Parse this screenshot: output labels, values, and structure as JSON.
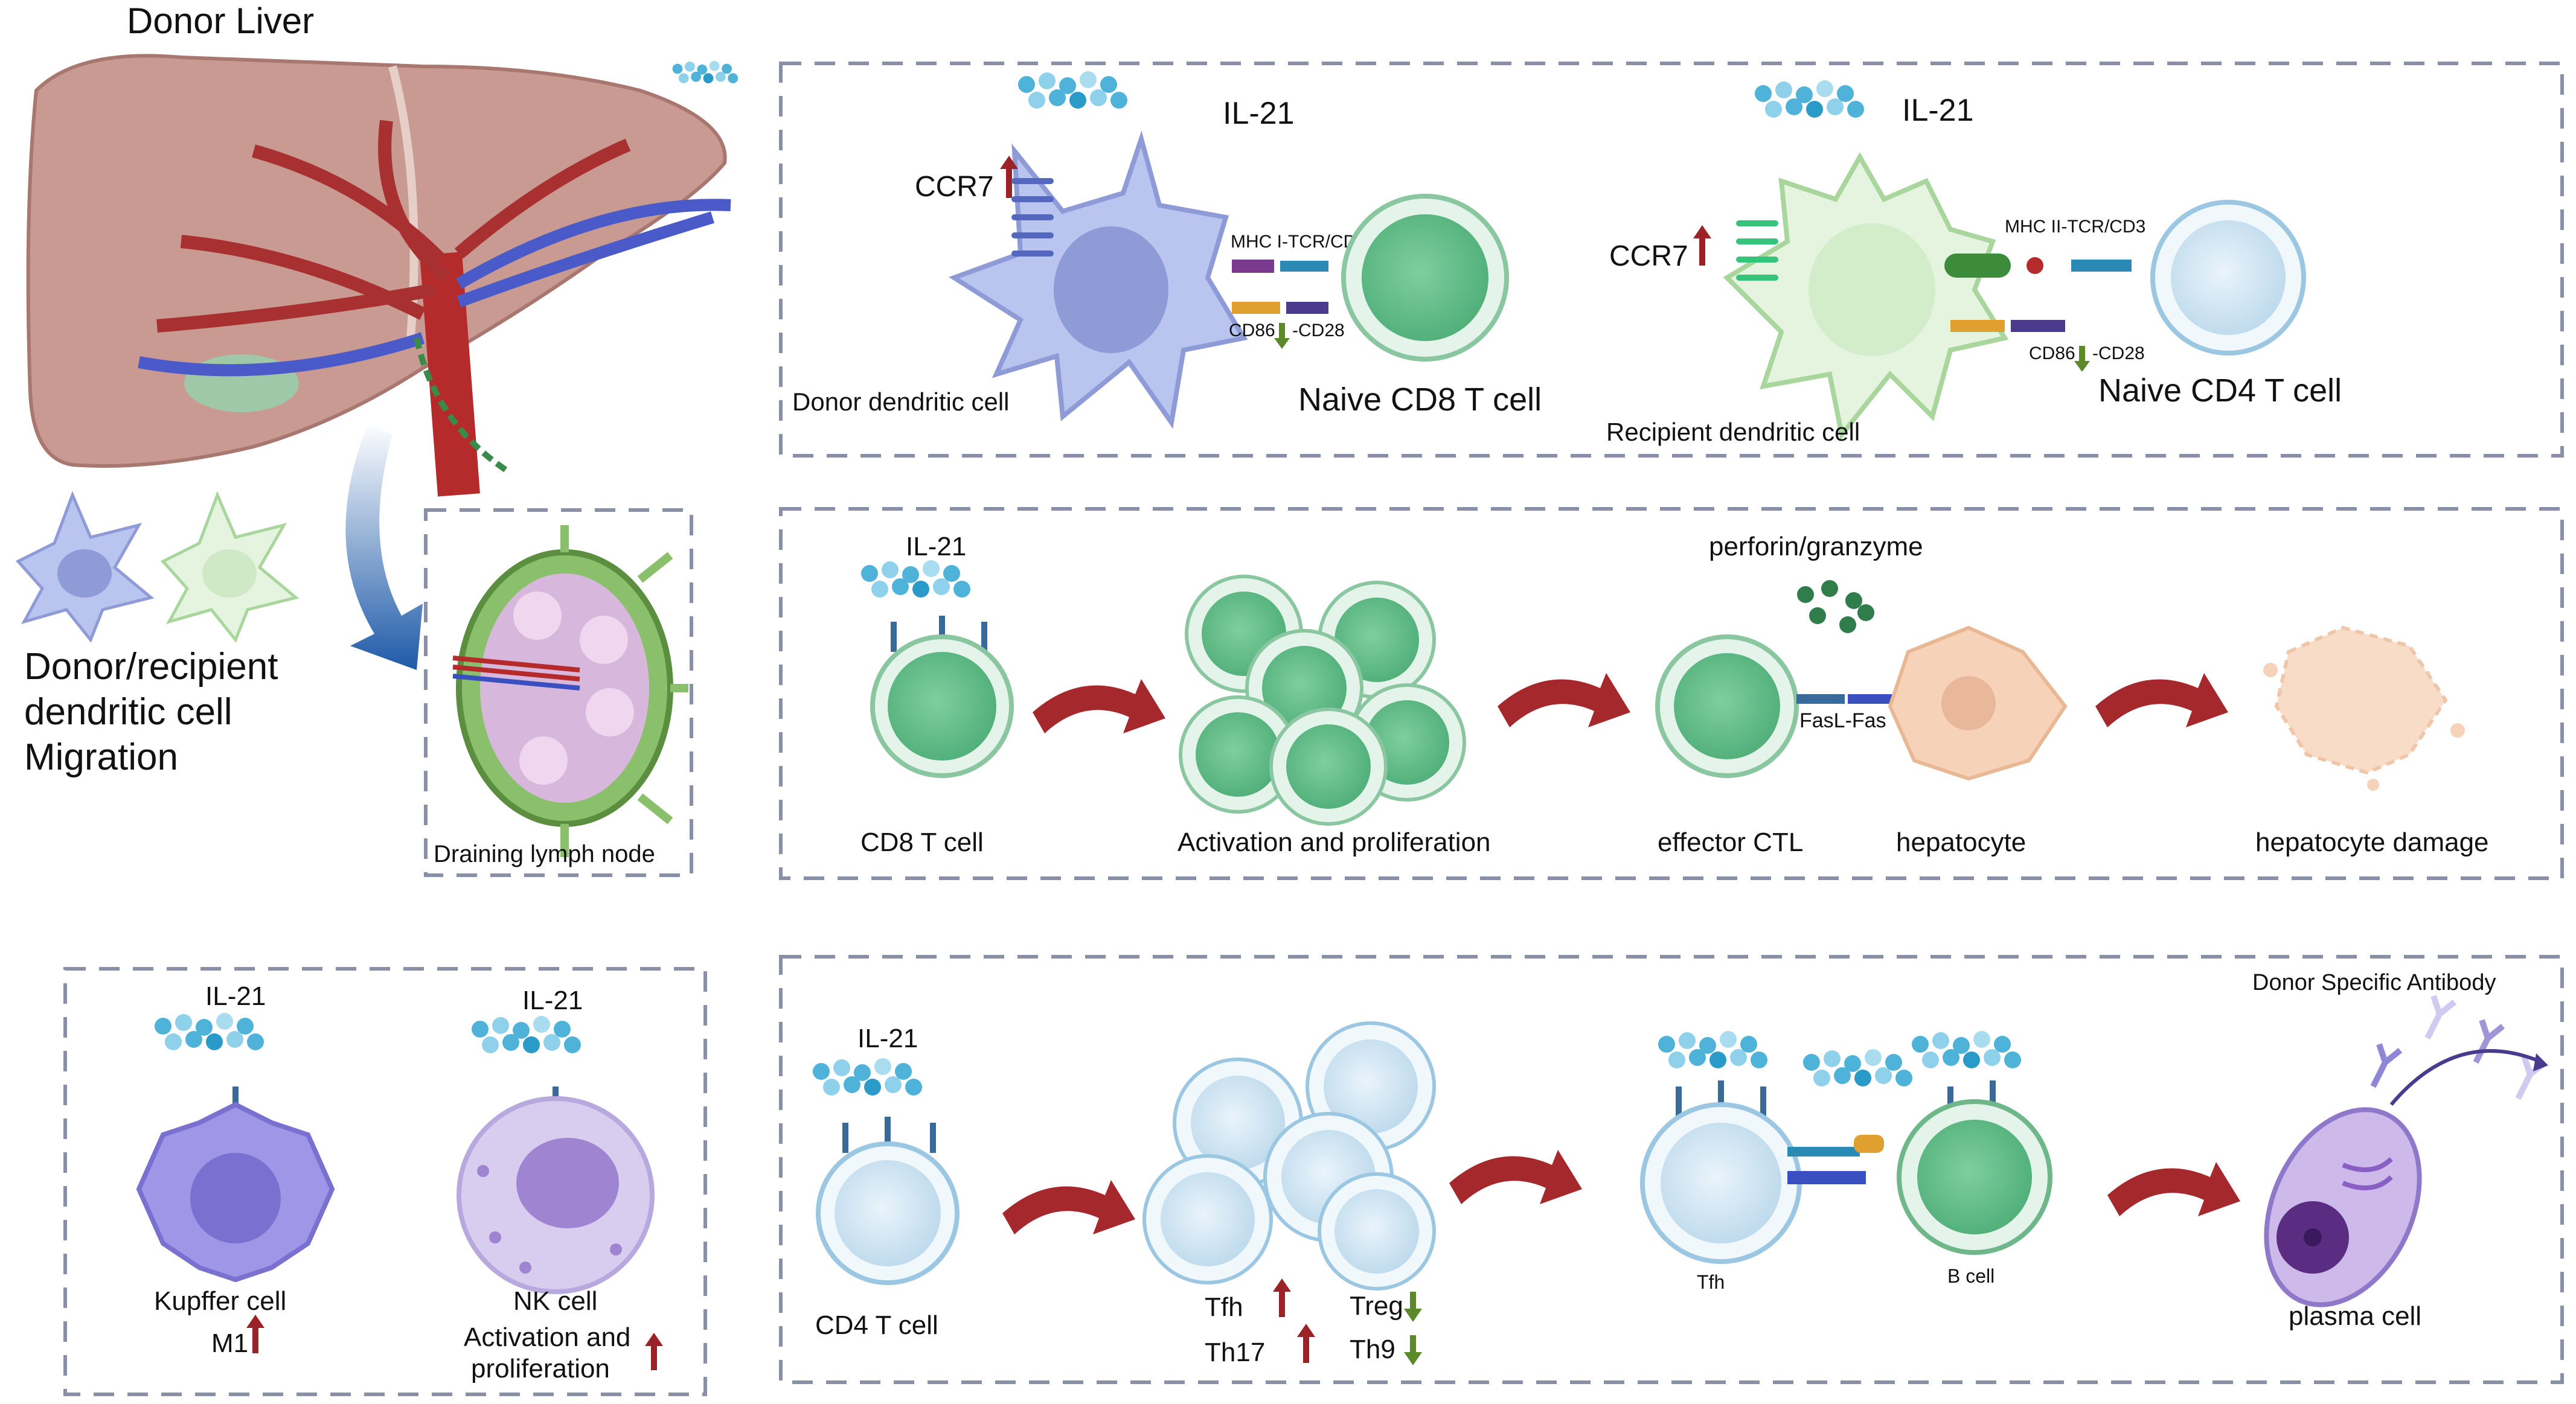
{
  "labels": {
    "donor_liver": "Donor Liver",
    "migration_line1": "Donor/recipient",
    "migration_line2": "dendritic cell",
    "migration_line3": "Migration",
    "draining_lymph_node": "Draining lymph node",
    "il21": "IL-21",
    "ccr7": "CCR7",
    "mhc1_tcr": "MHC I-TCR/CD3",
    "mhc2_tcr": "MHC II-TCR/CD3",
    "cd86_cd28": "CD86",
    "cd28_suffix": "-CD28",
    "donor_dc": "Donor dendritic cell",
    "naive_cd8": "Naive CD8 T cell",
    "recipient_dc": "Recipient dendritic cell",
    "naive_cd4": "Naive CD4 T cell",
    "perforin": "perforin/granzyme",
    "fasl_fas": "FasL-Fas",
    "cd8_t_cell": "CD8 T cell",
    "activation_prolif": "Activation and proliferation",
    "effector_ctl": "effector CTL",
    "hepatocyte": "hepatocyte",
    "hepatocyte_damage": "hepatocyte damage",
    "kupffer_cell": "Kupffer cell",
    "m1": "M1",
    "nk_cell": "NK cell",
    "nk_activation_line1": "Activation and",
    "nk_activation_line2": "proliferation",
    "cd4_t_cell": "CD4 T cell",
    "tfh": "Tfh",
    "th17": "Th17",
    "treg": "Treg",
    "th9": "Th9",
    "tfh_small": "Tfh",
    "b_cell": "B cell",
    "dsa": "Donor Specific Antibody",
    "plasma_cell": "plasma cell"
  },
  "colors": {
    "panel_border": "#8a8fa8",
    "arrow_red": "#a5282c",
    "up_arrow": "#9b2226",
    "down_arrow": "#5c8a2a",
    "dc_blue": "#b9c4ef",
    "dc_green": "#e4f4df",
    "t_green": "#a9dcbc",
    "t_blue": "#d6e9f6",
    "hepatocyte": "#f6d2b8",
    "kupffer": "#9f96e8",
    "nk": "#d8cdef",
    "il21_dots": "#4fb3d9"
  }
}
